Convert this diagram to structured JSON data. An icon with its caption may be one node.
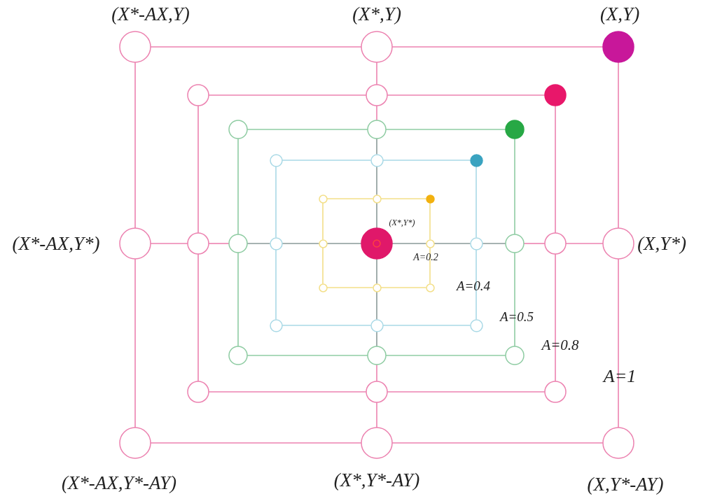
{
  "diagram": {
    "nodes": [
      {
        "text": [],
        "shape": "circle",
        "beside": [
          "(X*-AX,Y)"
        ]
      },
      {
        "text": [],
        "shape": "circle",
        "beside": [
          "(X*,Y)"
        ]
      },
      {
        "text": [],
        "shape": "circle",
        "beside": [
          "(X,Y)"
        ]
      },
      {
        "text": [],
        "shape": "circle"
      },
      {
        "text": [],
        "shape": "circle"
      },
      {
        "text": [],
        "shape": "circle"
      },
      {
        "text": [],
        "shape": "circle"
      },
      {
        "text": [],
        "shape": "circle"
      },
      {
        "text": [],
        "shape": "circle"
      },
      {
        "text": [],
        "shape": "circle"
      },
      {
        "text": [],
        "shape": "circle"
      },
      {
        "text": [],
        "shape": "circle"
      },
      {
        "text": [],
        "shape": "circle"
      },
      {
        "text": [],
        "shape": "circle"
      },
      {
        "text": [],
        "shape": "circle"
      },
      {
        "text": [],
        "shape": "circle",
        "beside": [
          "(X*-AX,Y*)"
        ]
      },
      {
        "text": [],
        "shape": "circle"
      },
      {
        "text": [],
        "shape": "circle"
      },
      {
        "text": [],
        "shape": "circle"
      },
      {
        "text": [],
        "shape": "circle"
      },
      {
        "text": [],
        "shape": "circle",
        "beside": [
          "(X*,Y*)"
        ]
      },
      {
        "text": [],
        "shape": "circle"
      },
      {
        "text": [],
        "shape": "circle"
      },
      {
        "text": [],
        "shape": "circle"
      },
      {
        "text": [],
        "shape": "circle"
      },
      {
        "text": [],
        "shape": "circle",
        "beside": [
          "(X,Y*)"
        ]
      },
      {
        "text": [],
        "shape": "circle"
      },
      {
        "text": [],
        "shape": "circle"
      },
      {
        "text": [],
        "shape": "circle"
      },
      {
        "text": [],
        "shape": "circle"
      },
      {
        "text": [],
        "shape": "circle"
      },
      {
        "text": [],
        "shape": "circle"
      },
      {
        "text": [],
        "shape": "circle"
      },
      {
        "text": [],
        "shape": "circle"
      },
      {
        "text": [],
        "shape": "circle"
      },
      {
        "text": [],
        "shape": "circle"
      },
      {
        "text": [],
        "shape": "circle"
      },
      {
        "text": [],
        "shape": "circle"
      },
      {
        "text": [],
        "shape": "circle",
        "beside": [
          "(X*-AX,Y*-AY)"
        ]
      },
      {
        "text": [],
        "shape": "circle",
        "beside": [
          "(X*,Y*-AY)"
        ]
      },
      {
        "text": [],
        "shape": "circle",
        "beside": [
          "(X,Y*-AY)"
        ]
      }
    ],
    "edges": [
      {
        "from": 0,
        "to": 1,
        "arrow": "none"
      },
      {
        "from": 1,
        "to": 2,
        "arrow": "none"
      },
      {
        "from": 0,
        "to": 15,
        "arrow": "none"
      },
      {
        "from": 15,
        "to": 38,
        "arrow": "none"
      },
      {
        "from": 2,
        "to": 25,
        "arrow": "none"
      },
      {
        "from": 25,
        "to": 40,
        "arrow": "none"
      },
      {
        "from": 38,
        "to": 39,
        "arrow": "none"
      },
      {
        "from": 39,
        "to": 40,
        "arrow": "none"
      },
      {
        "from": 3,
        "to": 4,
        "arrow": "none"
      },
      {
        "from": 4,
        "to": 5,
        "arrow": "none"
      },
      {
        "from": 3,
        "to": 16,
        "arrow": "none"
      },
      {
        "from": 16,
        "to": 35,
        "arrow": "none"
      },
      {
        "from": 5,
        "to": 24,
        "arrow": "none"
      },
      {
        "from": 24,
        "to": 37,
        "arrow": "none"
      },
      {
        "from": 35,
        "to": 36,
        "arrow": "none"
      },
      {
        "from": 36,
        "to": 37,
        "arrow": "none"
      },
      {
        "from": 6,
        "to": 7,
        "arrow": "none",
        "color": "#8fcca3"
      },
      {
        "from": 7,
        "to": 8,
        "arrow": "none",
        "color": "#8fcca3"
      },
      {
        "from": 6,
        "to": 17,
        "arrow": "none",
        "color": "#8fcca3"
      },
      {
        "from": 17,
        "to": 32,
        "arrow": "none",
        "color": "#8fcca3"
      },
      {
        "from": 8,
        "to": 23,
        "arrow": "none",
        "color": "#8fcca3"
      },
      {
        "from": 23,
        "to": 34,
        "arrow": "none",
        "color": "#8fcca3"
      },
      {
        "from": 32,
        "to": 33,
        "arrow": "none",
        "color": "#8fcca3"
      },
      {
        "from": 33,
        "to": 34,
        "arrow": "none",
        "color": "#8fcca3"
      },
      {
        "from": 9,
        "to": 10,
        "arrow": "none",
        "color": "#a9d9e6"
      },
      {
        "from": 10,
        "to": 11,
        "arrow": "none",
        "color": "#a9d9e6"
      },
      {
        "from": 9,
        "to": 18,
        "arrow": "none",
        "color": "#a9d9e6"
      },
      {
        "from": 18,
        "to": 29,
        "arrow": "none",
        "color": "#a9d9e6"
      },
      {
        "from": 11,
        "to": 22,
        "arrow": "none",
        "color": "#a9d9e6"
      },
      {
        "from": 22,
        "to": 31,
        "arrow": "none",
        "color": "#a9d9e6"
      },
      {
        "from": 29,
        "to": 30,
        "arrow": "none",
        "color": "#a9d9e6"
      },
      {
        "from": 30,
        "to": 31,
        "arrow": "none",
        "color": "#a9d9e6"
      },
      {
        "from": 12,
        "to": 13,
        "arrow": "none",
        "color": "#f3df88"
      },
      {
        "from": 13,
        "to": 14,
        "arrow": "none",
        "color": "#f3df88"
      },
      {
        "from": 12,
        "to": 19,
        "arrow": "none",
        "color": "#f3df88"
      },
      {
        "from": 19,
        "to": 26,
        "arrow": "none",
        "color": "#f3df88"
      },
      {
        "from": 14,
        "to": 21,
        "arrow": "none",
        "color": "#f3df88"
      },
      {
        "from": 21,
        "to": 28,
        "arrow": "none",
        "color": "#f3df88"
      },
      {
        "from": 26,
        "to": 27,
        "arrow": "none",
        "color": "#f3df88"
      },
      {
        "from": 27,
        "to": 28,
        "arrow": "none",
        "color": "#f3df88"
      },
      {
        "from": 15,
        "to": 16,
        "arrow": "none"
      },
      {
        "from": 16,
        "to": 17,
        "arrow": "none"
      },
      {
        "from": 17,
        "to": 18,
        "arrow": "none",
        "color": "#8a9a98"
      },
      {
        "from": 18,
        "to": 19,
        "arrow": "none",
        "color": "#8a9a98"
      },
      {
        "from": 19,
        "to": 20,
        "arrow": "none",
        "color": "#8a9a98"
      },
      {
        "from": 20,
        "to": 21,
        "arrow": "none",
        "color": "#8a9a98"
      },
      {
        "from": 21,
        "to": 22,
        "arrow": "none",
        "color": "#8a9a98"
      },
      {
        "from": 22,
        "to": 23,
        "arrow": "none",
        "color": "#8a9a98"
      },
      {
        "from": 23,
        "to": 24,
        "arrow": "none"
      },
      {
        "from": 24,
        "to": 25,
        "arrow": "none"
      },
      {
        "from": 1,
        "to": 4,
        "arrow": "none"
      },
      {
        "from": 4,
        "to": 7,
        "arrow": "none"
      },
      {
        "from": 7,
        "to": 10,
        "arrow": "none",
        "color": "#8a9a98"
      },
      {
        "from": 10,
        "to": 13,
        "arrow": "none",
        "color": "#8a9a98"
      },
      {
        "from": 13,
        "to": 20,
        "arrow": "none",
        "color": "#8a9a98"
      },
      {
        "from": 20,
        "to": 27,
        "arrow": "none",
        "color": "#8a9a98"
      },
      {
        "from": 27,
        "to": 30,
        "arrow": "none",
        "color": "#8a9a98"
      },
      {
        "from": 30,
        "to": 33,
        "arrow": "none",
        "color": "#8a9a98"
      },
      {
        "from": 33,
        "to": 36,
        "arrow": "none"
      },
      {
        "from": 36,
        "to": 39,
        "arrow": "none"
      }
    ],
    "labels": [
      "A=0.2",
      "A=0.4",
      "A=0.5",
      "A=0.8",
      "A=1"
    ]
  }
}
